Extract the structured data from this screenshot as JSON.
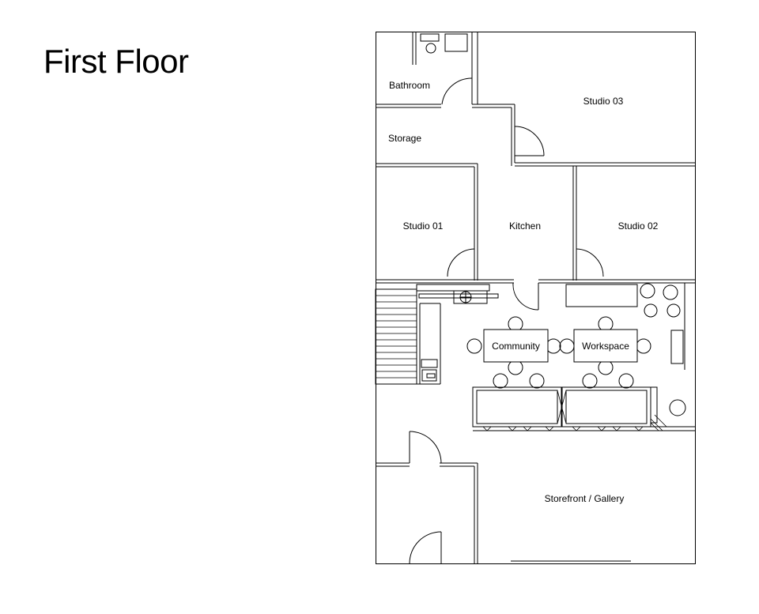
{
  "page": {
    "title": "First Floor"
  },
  "rooms": {
    "bathroom": "Bathroom",
    "storage": "Storage",
    "studio_03": "Studio 03",
    "studio_01": "Studio 01",
    "kitchen": "Kitchen",
    "studio_02": "Studio 02",
    "community": "Community",
    "workspace": "Workspace",
    "storefront": "Storefront / Gallery"
  }
}
